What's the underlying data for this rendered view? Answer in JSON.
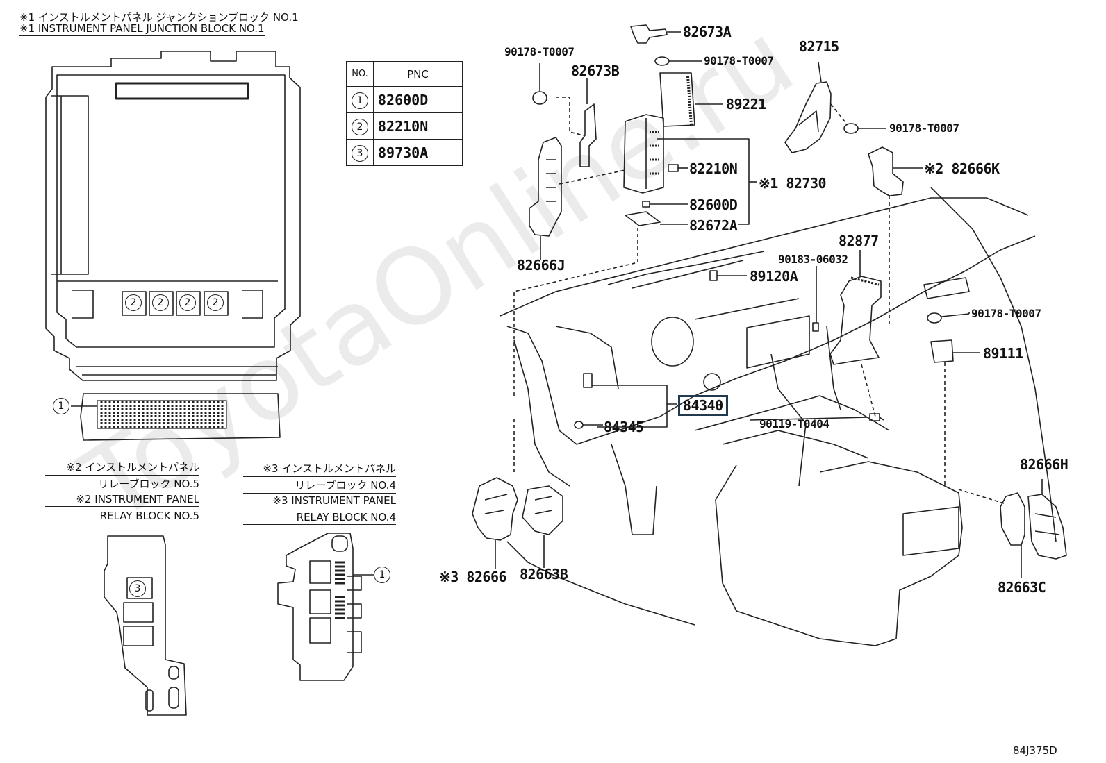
{
  "watermark": "ToyotaOnline.ru",
  "diagram_code": "84J375D",
  "notes": {
    "jb1_jp": "※1 インストルメントパネル ジャンクションブロック NO.1",
    "jb1_en": "※1 INSTRUMENT PANEL JUNCTION BLOCK NO.1",
    "rb5_jp_1": "※2 インストルメントパネル",
    "rb5_jp_2": "リレーブロック NO.5",
    "rb5_en_1": "※2 INSTRUMENT PANEL",
    "rb5_en_2": "RELAY BLOCK NO.5",
    "rb4_jp_1": "※3 インストルメントパネル",
    "rb4_jp_2": "リレーブロック NO.4",
    "rb4_en_1": "※3 INSTRUMENT PANEL",
    "rb4_en_2": "RELAY BLOCK NO.4"
  },
  "table": {
    "head_no": "NO.",
    "head_pnc": "PNC",
    "rows": [
      {
        "no": "1",
        "pnc": "82600D"
      },
      {
        "no": "2",
        "pnc": "82210N"
      },
      {
        "no": "3",
        "pnc": "89730A"
      }
    ]
  },
  "callouts": {
    "c1": "1",
    "c2": "2",
    "c3": "3"
  },
  "parts": {
    "p82673A": "82673A",
    "p90178_a": "90178-T0007",
    "p90178_b": "90178-T0007",
    "p82673B": "82673B",
    "p82715": "82715",
    "p89221": "89221",
    "p90178_c": "90178-T0007",
    "p82210N": "82210N",
    "p82730": "※1 82730",
    "p82666K": "※2 82666K",
    "p82600D": "82600D",
    "p82672A": "82672A",
    "p82666J": "82666J",
    "p82877": "82877",
    "p90183": "90183-06032",
    "p89120A": "89120A",
    "p90178_d": "90178-T0007",
    "p89111": "89111",
    "p84340": "84340",
    "p84345": "84345",
    "p90119": "90119-T0404",
    "p82666H": "82666H",
    "p82666": "※3 82666",
    "p82663B": "82663B",
    "p82663C": "82663C"
  }
}
